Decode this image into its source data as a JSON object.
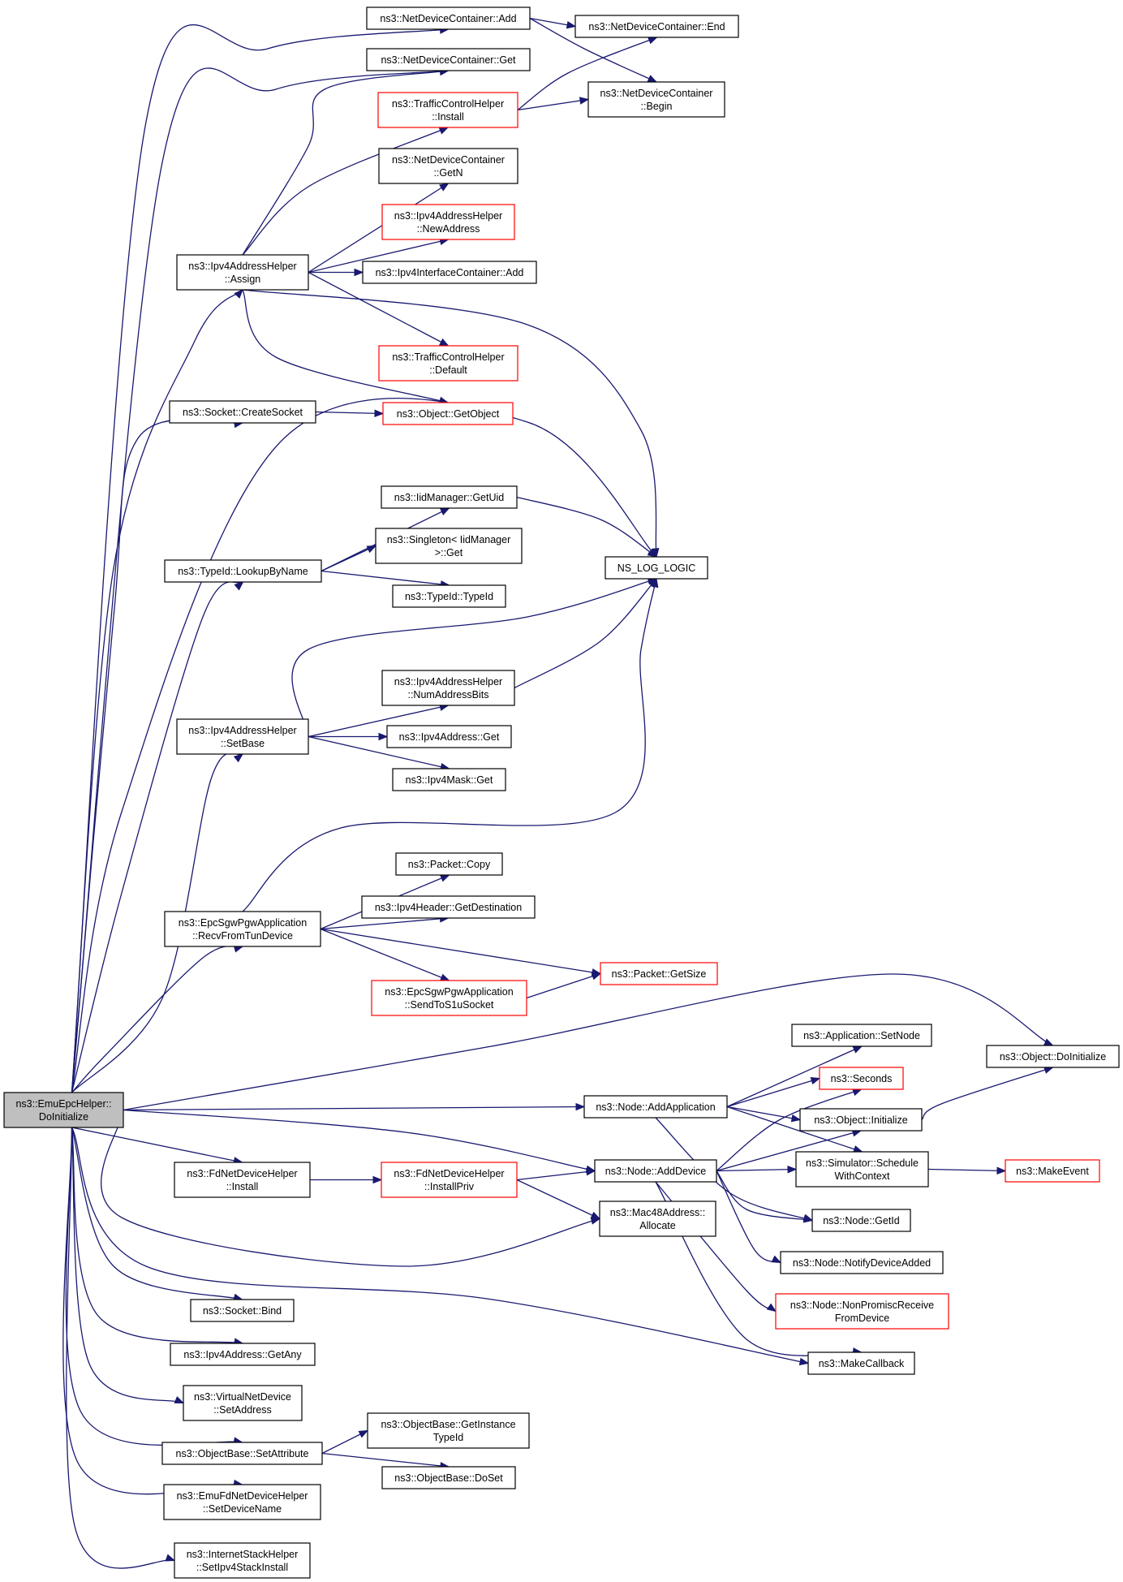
{
  "diagram": {
    "colors": {
      "edge": "#191970",
      "node_border": "#000000",
      "node_border_truncated": "#ff0000",
      "root_fill": "#bfbfbf",
      "background": "#ffffff"
    },
    "nodes": [
      {
        "id": "root",
        "lines": [
          "ns3::EmuEpcHelper::",
          "DoInitialize"
        ],
        "style": "root"
      },
      {
        "id": "ndc_add",
        "lines": [
          "ns3::NetDeviceContainer::Add"
        ],
        "style": "normal"
      },
      {
        "id": "ndc_end",
        "lines": [
          "ns3::NetDeviceContainer::End"
        ],
        "style": "normal"
      },
      {
        "id": "ndc_get",
        "lines": [
          "ns3::NetDeviceContainer::Get"
        ],
        "style": "normal"
      },
      {
        "id": "ndc_begin",
        "lines": [
          "ns3::NetDeviceContainer",
          "::Begin"
        ],
        "style": "normal"
      },
      {
        "id": "tch_install",
        "lines": [
          "ns3::TrafficControlHelper",
          "::Install"
        ],
        "style": "red"
      },
      {
        "id": "ndc_getn",
        "lines": [
          "ns3::NetDeviceContainer",
          "::GetN"
        ],
        "style": "normal"
      },
      {
        "id": "iah_newaddr",
        "lines": [
          "ns3::Ipv4AddressHelper",
          "::NewAddress"
        ],
        "style": "red"
      },
      {
        "id": "iah_assign",
        "lines": [
          "ns3::Ipv4AddressHelper",
          "::Assign"
        ],
        "style": "normal"
      },
      {
        "id": "iic_add",
        "lines": [
          "ns3::Ipv4InterfaceContainer::Add"
        ],
        "style": "normal"
      },
      {
        "id": "tch_default",
        "lines": [
          "ns3::TrafficControlHelper",
          "::Default"
        ],
        "style": "red"
      },
      {
        "id": "sock_create",
        "lines": [
          "ns3::Socket::CreateSocket"
        ],
        "style": "normal"
      },
      {
        "id": "obj_getobject",
        "lines": [
          "ns3::Object::GetObject"
        ],
        "style": "red"
      },
      {
        "id": "iidm_getuid",
        "lines": [
          "ns3::IidManager::GetUid"
        ],
        "style": "normal"
      },
      {
        "id": "singleton_get",
        "lines": [
          "ns3::Singleton< IidManager",
          ">::Get"
        ],
        "style": "normal"
      },
      {
        "id": "typeid_lookup",
        "lines": [
          "ns3::TypeId::LookupByName"
        ],
        "style": "normal"
      },
      {
        "id": "ns_log_logic",
        "lines": [
          "NS_LOG_LOGIC"
        ],
        "style": "normal"
      },
      {
        "id": "typeid_typeid",
        "lines": [
          "ns3::TypeId::TypeId"
        ],
        "style": "normal"
      },
      {
        "id": "iah_numaddrbits",
        "lines": [
          "ns3::Ipv4AddressHelper",
          "::NumAddressBits"
        ],
        "style": "normal"
      },
      {
        "id": "iah_setbase",
        "lines": [
          "ns3::Ipv4AddressHelper",
          "::SetBase"
        ],
        "style": "normal"
      },
      {
        "id": "ipv4addr_get",
        "lines": [
          "ns3::Ipv4Address::Get"
        ],
        "style": "normal"
      },
      {
        "id": "ipv4mask_get",
        "lines": [
          "ns3::Ipv4Mask::Get"
        ],
        "style": "normal"
      },
      {
        "id": "packet_copy",
        "lines": [
          "ns3::Packet::Copy"
        ],
        "style": "normal"
      },
      {
        "id": "ipv4hdr_getdest",
        "lines": [
          "ns3::Ipv4Header::GetDestination"
        ],
        "style": "normal"
      },
      {
        "id": "epc_recv",
        "lines": [
          "ns3::EpcSgwPgwApplication",
          "::RecvFromTunDevice"
        ],
        "style": "normal"
      },
      {
        "id": "packet_getsize",
        "lines": [
          "ns3::Packet::GetSize"
        ],
        "style": "red"
      },
      {
        "id": "epc_sendtos1u",
        "lines": [
          "ns3::EpcSgwPgwApplication",
          "::SendToS1uSocket"
        ],
        "style": "red"
      },
      {
        "id": "app_setnode",
        "lines": [
          "ns3::Application::SetNode"
        ],
        "style": "normal"
      },
      {
        "id": "obj_doinit",
        "lines": [
          "ns3::Object::DoInitialize"
        ],
        "style": "normal"
      },
      {
        "id": "seconds",
        "lines": [
          "ns3::Seconds"
        ],
        "style": "red"
      },
      {
        "id": "node_addapp",
        "lines": [
          "ns3::Node::AddApplication"
        ],
        "style": "normal"
      },
      {
        "id": "obj_init",
        "lines": [
          "ns3::Object::Initialize"
        ],
        "style": "normal"
      },
      {
        "id": "fdndh_install",
        "lines": [
          "ns3::FdNetDeviceHelper",
          "::Install"
        ],
        "style": "normal"
      },
      {
        "id": "fdndh_installpriv",
        "lines": [
          "ns3::FdNetDeviceHelper",
          "::InstallPriv"
        ],
        "style": "red"
      },
      {
        "id": "node_adddevice",
        "lines": [
          "ns3::Node::AddDevice"
        ],
        "style": "normal"
      },
      {
        "id": "sim_schedule",
        "lines": [
          "ns3::Simulator::Schedule",
          "WithContext"
        ],
        "style": "normal"
      },
      {
        "id": "makeevent",
        "lines": [
          "ns3::MakeEvent"
        ],
        "style": "red"
      },
      {
        "id": "mac48_allocate",
        "lines": [
          "ns3::Mac48Address::",
          "Allocate"
        ],
        "style": "normal"
      },
      {
        "id": "node_getid",
        "lines": [
          "ns3::Node::GetId"
        ],
        "style": "normal"
      },
      {
        "id": "node_notify",
        "lines": [
          "ns3::Node::NotifyDeviceAdded"
        ],
        "style": "normal"
      },
      {
        "id": "node_nonpromisc",
        "lines": [
          "ns3::Node::NonPromiscReceive",
          "FromDevice"
        ],
        "style": "red"
      },
      {
        "id": "sock_bind",
        "lines": [
          "ns3::Socket::Bind"
        ],
        "style": "normal"
      },
      {
        "id": "makecallback",
        "lines": [
          "ns3::MakeCallback"
        ],
        "style": "normal"
      },
      {
        "id": "ipv4addr_getany",
        "lines": [
          "ns3::Ipv4Address::GetAny"
        ],
        "style": "normal"
      },
      {
        "id": "vnd_setaddress",
        "lines": [
          "ns3::VirtualNetDevice",
          "::SetAddress"
        ],
        "style": "normal"
      },
      {
        "id": "ob_getinstancetypeid",
        "lines": [
          "ns3::ObjectBase::GetInstance",
          "TypeId"
        ],
        "style": "normal"
      },
      {
        "id": "ob_setattr",
        "lines": [
          "ns3::ObjectBase::SetAttribute"
        ],
        "style": "normal"
      },
      {
        "id": "ob_doset",
        "lines": [
          "ns3::ObjectBase::DoSet"
        ],
        "style": "normal"
      },
      {
        "id": "emufd_setdevname",
        "lines": [
          "ns3::EmuFdNetDeviceHelper",
          "::SetDeviceName"
        ],
        "style": "normal"
      },
      {
        "id": "ish_setipv4",
        "lines": [
          "ns3::InternetStackHelper",
          "::SetIpv4StackInstall"
        ],
        "style": "normal"
      }
    ],
    "edges": [
      [
        "root",
        "ndc_add"
      ],
      [
        "root",
        "ndc_get"
      ],
      [
        "root",
        "iah_assign"
      ],
      [
        "root",
        "sock_create"
      ],
      [
        "root",
        "ns_log_logic"
      ],
      [
        "root",
        "typeid_lookup"
      ],
      [
        "root",
        "iah_setbase"
      ],
      [
        "root",
        "epc_recv"
      ],
      [
        "root",
        "obj_doinit"
      ],
      [
        "root",
        "node_addapp"
      ],
      [
        "root",
        "node_adddevice"
      ],
      [
        "root",
        "fdndh_install"
      ],
      [
        "root",
        "mac48_allocate"
      ],
      [
        "root",
        "sock_bind"
      ],
      [
        "root",
        "makecallback"
      ],
      [
        "root",
        "ipv4addr_getany"
      ],
      [
        "root",
        "vnd_setaddress"
      ],
      [
        "root",
        "ob_setattr"
      ],
      [
        "root",
        "emufd_setdevname"
      ],
      [
        "root",
        "ish_setipv4"
      ],
      [
        "ndc_add",
        "ndc_end"
      ],
      [
        "ndc_add",
        "ndc_begin"
      ],
      [
        "tch_install",
        "ndc_end"
      ],
      [
        "tch_install",
        "ndc_begin"
      ],
      [
        "iah_assign",
        "ndc_get"
      ],
      [
        "iah_assign",
        "tch_install"
      ],
      [
        "iah_assign",
        "ndc_getn"
      ],
      [
        "iah_assign",
        "iah_newaddr"
      ],
      [
        "iah_assign",
        "iic_add"
      ],
      [
        "iah_assign",
        "tch_default"
      ],
      [
        "iah_assign",
        "obj_getobject"
      ],
      [
        "iah_assign",
        "ns_log_logic"
      ],
      [
        "sock_create",
        "obj_getobject"
      ],
      [
        "typeid_lookup",
        "iidm_getuid"
      ],
      [
        "typeid_lookup",
        "singleton_get"
      ],
      [
        "typeid_lookup",
        "typeid_typeid"
      ],
      [
        "iidm_getuid",
        "ns_log_logic"
      ],
      [
        "iah_setbase",
        "ns_log_logic"
      ],
      [
        "iah_setbase",
        "iah_numaddrbits"
      ],
      [
        "iah_setbase",
        "ipv4addr_get"
      ],
      [
        "iah_setbase",
        "ipv4mask_get"
      ],
      [
        "iah_numaddrbits",
        "ns_log_logic"
      ],
      [
        "epc_recv",
        "ns_log_logic"
      ],
      [
        "epc_recv",
        "packet_copy"
      ],
      [
        "epc_recv",
        "ipv4hdr_getdest"
      ],
      [
        "epc_recv",
        "packet_getsize"
      ],
      [
        "epc_recv",
        "epc_sendtos1u"
      ],
      [
        "epc_sendtos1u",
        "packet_getsize"
      ],
      [
        "node_addapp",
        "app_setnode"
      ],
      [
        "node_addapp",
        "seconds"
      ],
      [
        "node_addapp",
        "obj_init"
      ],
      [
        "node_addapp",
        "sim_schedule"
      ],
      [
        "node_addapp",
        "node_getid"
      ],
      [
        "obj_init",
        "obj_doinit"
      ],
      [
        "fdndh_install",
        "fdndh_installpriv"
      ],
      [
        "fdndh_installpriv",
        "node_adddevice"
      ],
      [
        "fdndh_installpriv",
        "mac48_allocate"
      ],
      [
        "node_adddevice",
        "seconds"
      ],
      [
        "node_adddevice",
        "obj_init"
      ],
      [
        "node_adddevice",
        "sim_schedule"
      ],
      [
        "node_adddevice",
        "node_getid"
      ],
      [
        "node_adddevice",
        "node_notify"
      ],
      [
        "node_adddevice",
        "node_nonpromisc"
      ],
      [
        "node_adddevice",
        "makecallback"
      ],
      [
        "sim_schedule",
        "makeevent"
      ],
      [
        "ob_setattr",
        "ob_getinstancetypeid"
      ],
      [
        "ob_setattr",
        "ob_doset"
      ]
    ]
  }
}
